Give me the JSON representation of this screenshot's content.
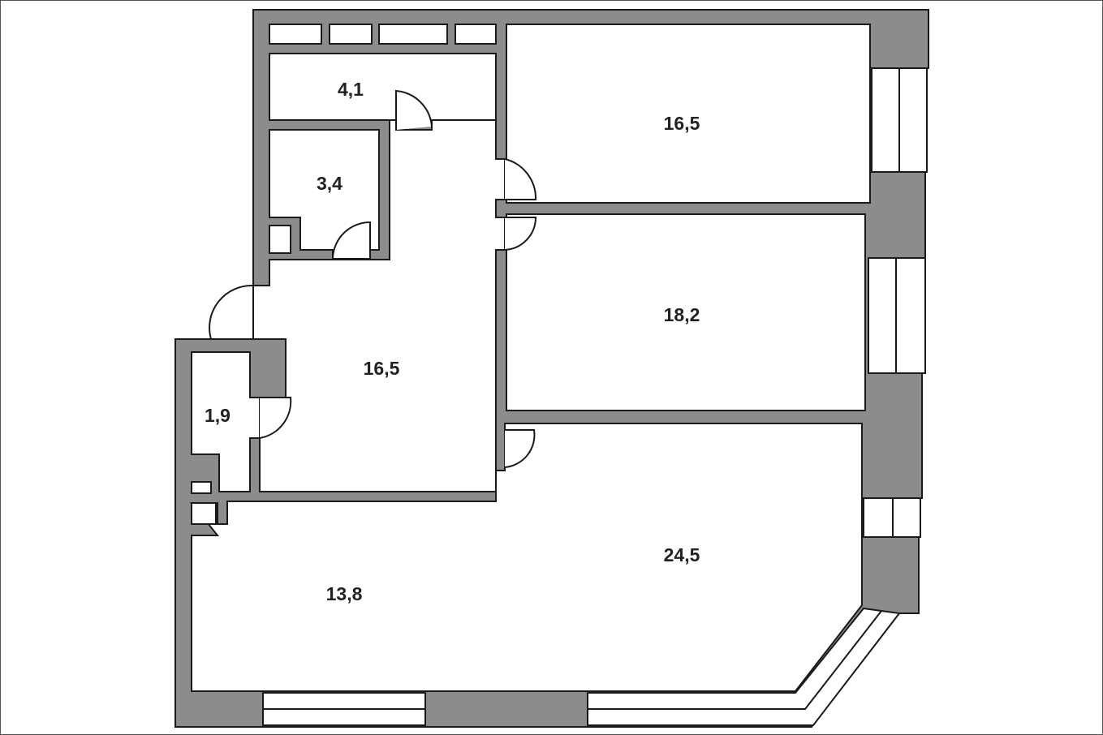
{
  "plan": {
    "rooms": [
      {
        "id": "storage-top",
        "area": "4,1"
      },
      {
        "id": "bathroom",
        "area": "3,4"
      },
      {
        "id": "toilet",
        "area": "1,9"
      },
      {
        "id": "hallway",
        "area": "16,5"
      },
      {
        "id": "bedroom-top",
        "area": "16,5"
      },
      {
        "id": "bedroom-middle",
        "area": "18,2"
      },
      {
        "id": "living-room",
        "area": "24,5"
      },
      {
        "id": "kitchen",
        "area": "13,8"
      }
    ]
  },
  "colors": {
    "wall": "#8c8c8c",
    "outline": "#1a1a1a",
    "floor": "#ffffff"
  }
}
